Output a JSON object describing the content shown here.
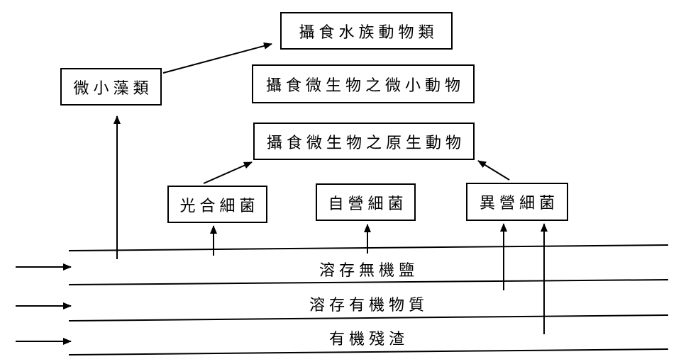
{
  "boxes": {
    "microalgae": "微小藻類",
    "aquatic_animal_eaters": "攝食水族動物類",
    "microanimal": "攝食微生物之微小動物",
    "protozoa": "攝食微生物之原生動物",
    "photosynthetic_bacteria": "光合細菌",
    "autotrophic_bacteria": "自營細菌",
    "heterotrophic_bacteria": "異營細菌"
  },
  "layers": {
    "dissolved_inorganic_salts": "溶存無機鹽",
    "dissolved_organic_matter": "溶存有機物質",
    "organic_debris": "有機殘渣"
  }
}
